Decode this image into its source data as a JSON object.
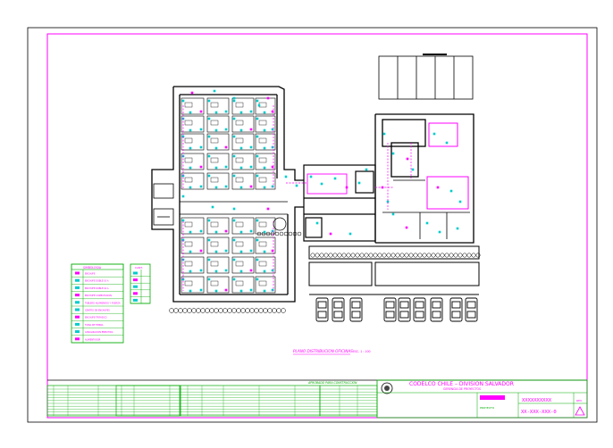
{
  "drawing": {
    "plan_title": "PLANO DISTRIBUCION OFICINAS",
    "plan_scale": "ESC. 1 : 100"
  },
  "legend": {
    "header": "SIMBOLOGIA",
    "items": [
      "ENCHUFE",
      "ENCHUFE DOBLE 10 A",
      "ENCHUFE DOBLE 16 A",
      "ENCHUFE COMPUTACION",
      "TABLERO ALUMBRADO Y FUERZA",
      "CENTRO DE ENCHUFES",
      "ENCHUFE TRIFASICO",
      "TOMA DE TIERRA",
      "CANALIZACION EMBUTIDA",
      "ALIMENTADOR"
    ]
  },
  "legend2": {
    "header": "CANT."
  },
  "title_block": {
    "company": "CODELCO  CHILE  –  DIVISION  SALVADOR",
    "department": "GERENCIA DE PROYECTOS",
    "project_label": "PROYECTO",
    "drawing_number": "XXXXXXXXXX",
    "revision_number": "XX-XXX-XXX-0",
    "revision_label": "REV.",
    "stamp_text": "APROBADO PARA CONSTRUCCION"
  },
  "colors": {
    "frame": "#ff00ff",
    "walls": "#000000",
    "electric": "#00cccc",
    "accent": "#ff00ff",
    "green": "#00aa00"
  }
}
